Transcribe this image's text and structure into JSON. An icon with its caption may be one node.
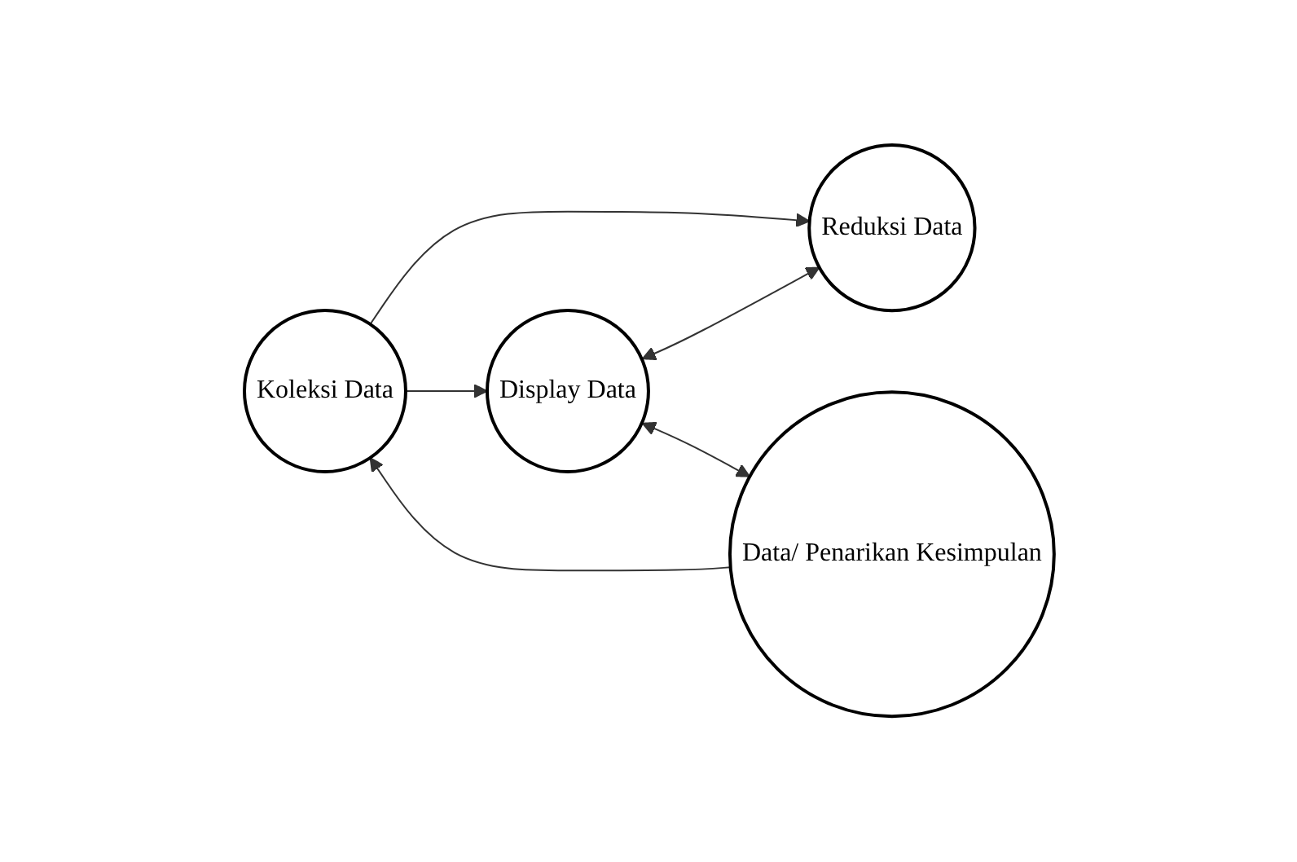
{
  "diagram": {
    "nodes": [
      {
        "text": [
          "Koleksi Data"
        ]
      },
      {
        "text": [
          "Display Data"
        ]
      },
      {
        "text": [
          "Reduksi Data"
        ]
      },
      {
        "text": [
          "Data/ Penarikan Kesimpulan"
        ]
      }
    ],
    "edges": [
      {
        "from": 0,
        "to": 1,
        "arrow": "to"
      },
      {
        "from": 0,
        "to": 2,
        "arrow": "to"
      },
      {
        "from": 1,
        "to": 2,
        "arrow": "both"
      },
      {
        "from": 1,
        "to": 3,
        "arrow": "both"
      },
      {
        "from": 3,
        "to": 0,
        "arrow": "to"
      }
    ]
  }
}
